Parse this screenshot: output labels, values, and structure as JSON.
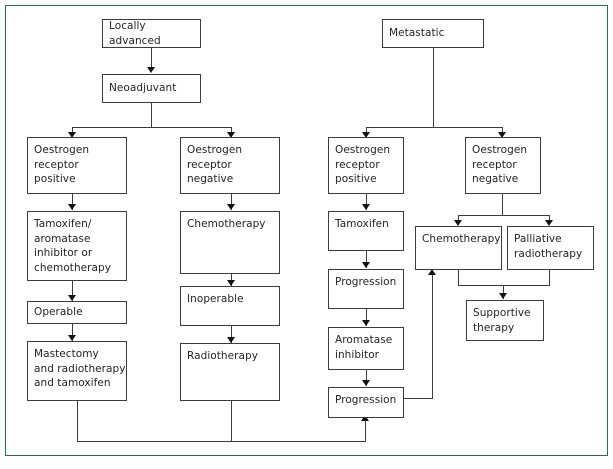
{
  "figure": {
    "kind": "clinical-treatment-flowchart",
    "frame_color": "#1b7355",
    "box_border_color": "#3c3c3c",
    "connector_color": "#3c3c3c",
    "text_color": "#231f20",
    "background": "#ffffff"
  },
  "nodes": {
    "locally_advanced": "Locally advanced",
    "neoadjuvant": "Neoadjuvant",
    "la_er_positive": "Oestrogen\nreceptor\npositive",
    "la_er_negative": "Oestrogen\nreceptor\nnegative",
    "tamoxifen_aromatase": "Tamoxifen/\naromatase\ninhibitor or\nchemotherapy",
    "la_chemotherapy": "Chemotherapy",
    "operable": "Operable",
    "inoperable": "Inoperable",
    "mastectomy": "Mastectomy\nand radiotherapy\nand tamoxifen",
    "radiotherapy": "Radiotherapy",
    "metastatic": "Metastatic",
    "met_er_positive": "Oestrogen\nreceptor\npositive",
    "met_er_negative": "Oestrogen\nreceptor\nnegative",
    "tamoxifen": "Tamoxifen",
    "progression_1": "Progression",
    "aromatase_inhibitor": "Aromatase\ninhibitor",
    "progression_2": "Progression",
    "met_chemotherapy": "Chemotherapy",
    "palliative_radiotherapy": "Palliative\nradiotherapy",
    "supportive_therapy": "Supportive\ntherapy"
  }
}
